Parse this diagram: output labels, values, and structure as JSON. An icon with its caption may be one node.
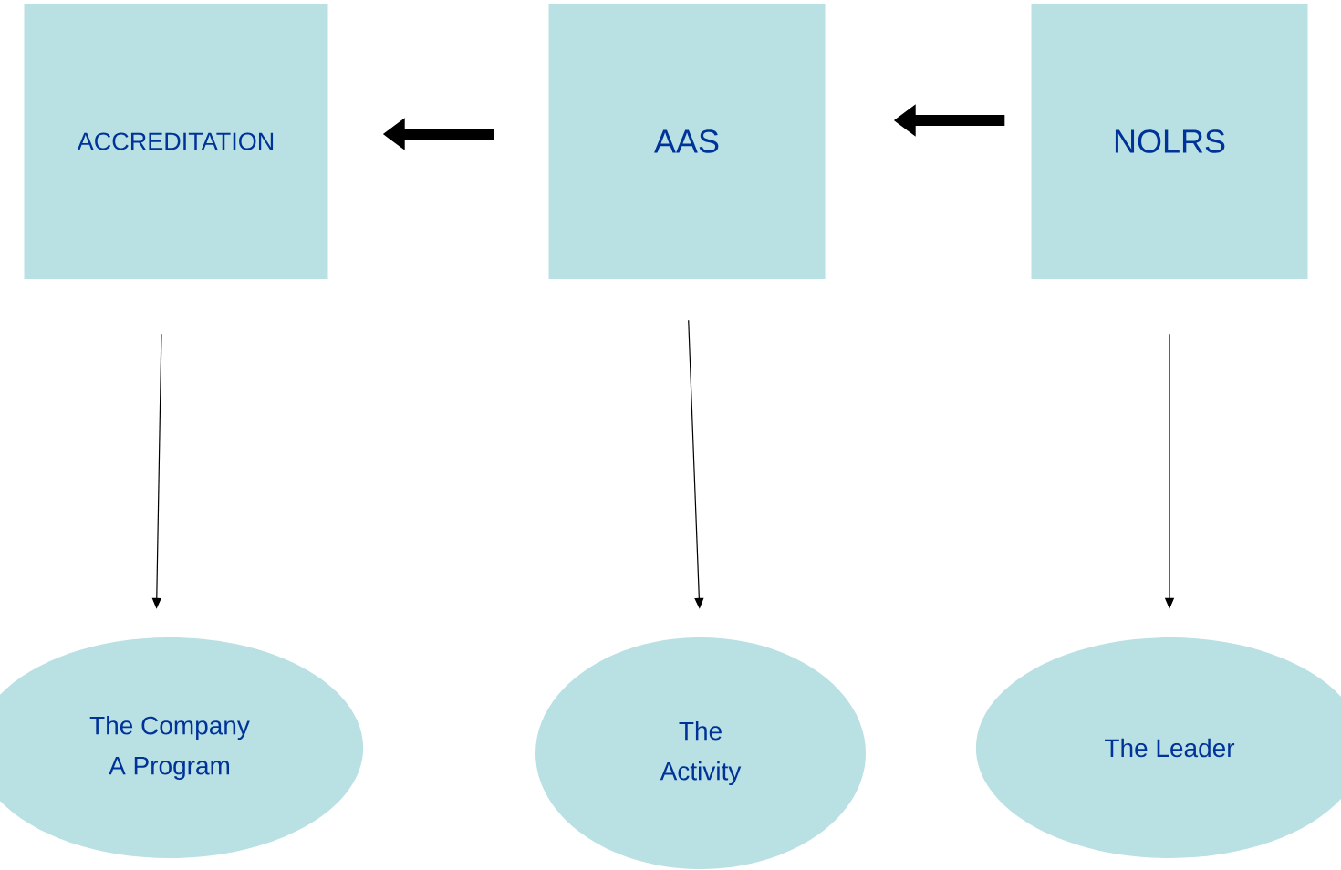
{
  "diagram": {
    "nodes": [
      {
        "text": [
          "ACCREDITATION"
        ]
      },
      {
        "text": [
          "AAS"
        ]
      },
      {
        "text": [
          "NOLRS"
        ]
      },
      {
        "text": [
          "The Company",
          "A Program"
        ]
      },
      {
        "text": [
          "The Activity"
        ]
      },
      {
        "text": [
          "The Leader"
        ]
      }
    ],
    "edges": [
      {
        "from": 1,
        "to": 0,
        "arrow": "to",
        "style": "thick"
      },
      {
        "from": 2,
        "to": 1,
        "arrow": "to",
        "style": "thick"
      },
      {
        "from": 0,
        "to": 3,
        "arrow": "to"
      },
      {
        "from": 1,
        "to": 4,
        "arrow": "to"
      },
      {
        "from": 2,
        "to": 5,
        "arrow": "to"
      }
    ]
  }
}
